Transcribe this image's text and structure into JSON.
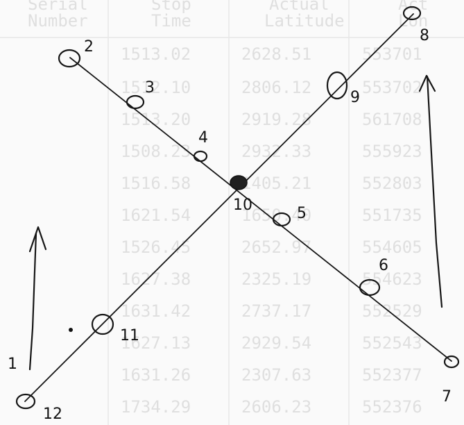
{
  "background_sheet": {
    "headers": [
      [
        "Serial",
        "Number"
      ],
      [
        "Stop",
        "Time"
      ],
      [
        "Actual",
        "Latitude"
      ],
      [
        "Act",
        "Lon"
      ]
    ],
    "rows": [
      [
        "",
        "1513.02",
        "2628.51",
        "553701"
      ],
      [
        "",
        "1512.10",
        "2806.12",
        "553702"
      ],
      [
        "",
        "1513.20",
        "2919.28",
        "561708"
      ],
      [
        "",
        "1508.23",
        "2932.33",
        "555923"
      ],
      [
        "",
        "1516.58",
        "1405.21",
        "552803"
      ],
      [
        "",
        "1621.54",
        "1650.40",
        "551735"
      ],
      [
        "",
        "1526.45",
        "2652.97",
        "554605"
      ],
      [
        "",
        "1627.38",
        "2325.19",
        "554623"
      ],
      [
        "",
        "1631.42",
        "2737.17",
        "552529"
      ],
      [
        "",
        "1627.13",
        "2929.54",
        "552543"
      ],
      [
        "",
        "1631.26",
        "2307.63",
        "552377"
      ],
      [
        "",
        "1734.29",
        "2606.23",
        "552376"
      ]
    ]
  },
  "points": [
    {
      "id": "1",
      "label": "1"
    },
    {
      "id": "2",
      "label": "2"
    },
    {
      "id": "3",
      "label": "3"
    },
    {
      "id": "4",
      "label": "4"
    },
    {
      "id": "5",
      "label": "5"
    },
    {
      "id": "6",
      "label": "6"
    },
    {
      "id": "7",
      "label": "7"
    },
    {
      "id": "8",
      "label": "8"
    },
    {
      "id": "9",
      "label": "9"
    },
    {
      "id": "10",
      "label": "10"
    },
    {
      "id": "11",
      "label": "11"
    },
    {
      "id": "12",
      "label": "12"
    }
  ],
  "arrows": [
    {
      "id": "left",
      "direction": "up"
    },
    {
      "id": "right",
      "direction": "up"
    }
  ]
}
